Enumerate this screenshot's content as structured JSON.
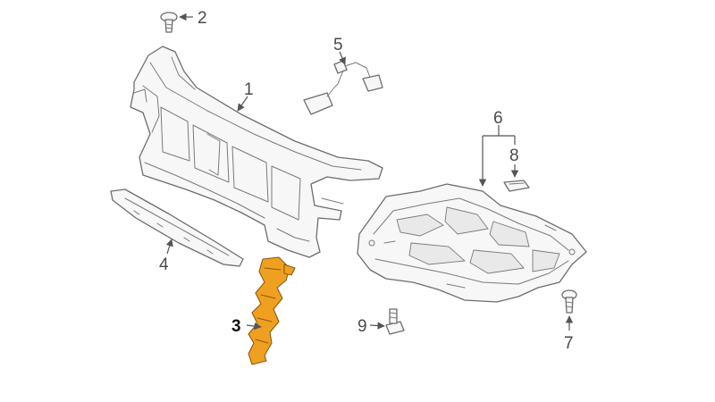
{
  "callouts": {
    "radiator_support": "1",
    "fastener_top": "2",
    "air_guide_highlighted": "3",
    "lower_deflector": "4",
    "sensor_harness": "5",
    "splash_shield_group": "6",
    "splash_shield_bolt": "7",
    "retainer_clip": "8",
    "side_bolt": "9"
  },
  "colors": {
    "highlight_part": "#f0a020",
    "line_art": "#6d6d6d",
    "callout_text": "#4a4a4a",
    "background": "#ffffff"
  }
}
